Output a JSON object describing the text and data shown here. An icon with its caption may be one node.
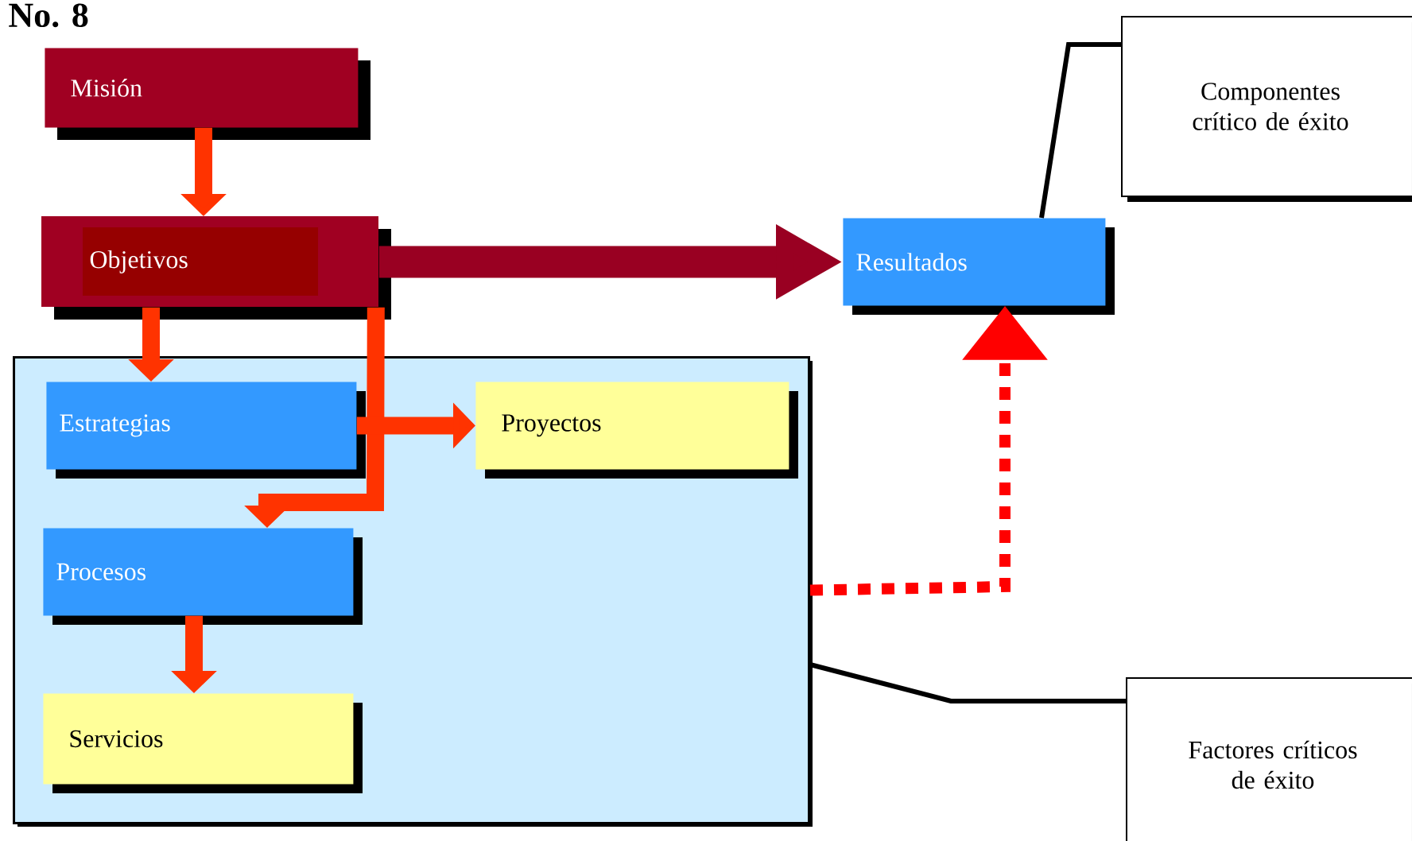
{
  "diagram": {
    "nodes": [
      {
        "text": [
          "Misión"
        ]
      },
      {
        "text": [
          "Objetivos"
        ]
      },
      {
        "text": [
          "Resultados"
        ]
      },
      {
        "text": [
          "Componentes crítico de éxito"
        ]
      },
      {
        "text": [],
        "shape": "box"
      },
      {
        "text": [
          "Estrategias"
        ],
        "in": 4
      },
      {
        "text": [
          "Proyectos"
        ],
        "in": 4
      },
      {
        "text": [
          "Procesos"
        ],
        "in": 4
      },
      {
        "text": [
          "Servicios"
        ],
        "in": 4
      },
      {
        "text": [
          "Factores críticos de éxito"
        ]
      }
    ],
    "edges": [
      {
        "from": 0,
        "to": 1,
        "arrow": "to"
      },
      {
        "from": 1,
        "to": 2,
        "arrow": "to",
        "style": "thick",
        "color": "#990022"
      },
      {
        "from": 1,
        "to": 5,
        "arrow": "to"
      },
      {
        "from": 1,
        "to": 7,
        "arrow": "to"
      },
      {
        "from": 5,
        "to": 6,
        "arrow": "to"
      },
      {
        "from": 7,
        "to": 8,
        "arrow": "to"
      },
      {
        "from": 4,
        "to": 2,
        "arrow": "to",
        "style": "dashed",
        "color": "#ff0000"
      },
      {
        "from": 3,
        "to": 2,
        "arrow": "none",
        "color": "#000000"
      },
      {
        "from": 9,
        "to": 4,
        "arrow": "none",
        "color": "#000000"
      }
    ],
    "labels": [
      "No. 8"
    ]
  }
}
